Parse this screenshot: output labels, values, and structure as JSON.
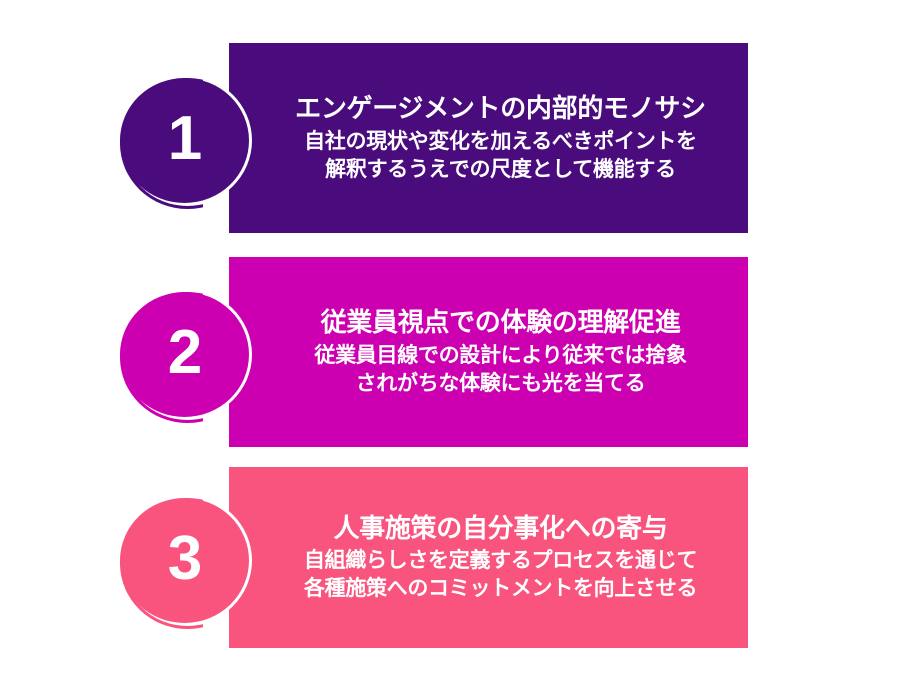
{
  "diagram": {
    "type": "numbered-step-list",
    "background_color": "#FFFFFF",
    "text_color": "#FFFFFF",
    "ring_color": "#FFFFFF",
    "steps": [
      {
        "number": "1",
        "color": "#4A0C7D",
        "title": "エンゲージメントの内部的モノサシ",
        "description_lines": [
          "自社の現状や変化を加えるべきポイントを",
          "解釈するうえでの尺度として機能する"
        ]
      },
      {
        "number": "2",
        "color": "#CC00B0",
        "title": "従業員視点での体験の理解促進",
        "description_lines": [
          "従業員目線での設計により従来では捨象",
          "されがちな体験にも光を当てる"
        ]
      },
      {
        "number": "3",
        "color": "#F9547E",
        "title": "人事施策の自分事化への寄与",
        "description_lines": [
          "自組織らしさを定義するプロセスを通じて",
          "各種施策へのコミットメントを向上させる"
        ]
      }
    ]
  }
}
